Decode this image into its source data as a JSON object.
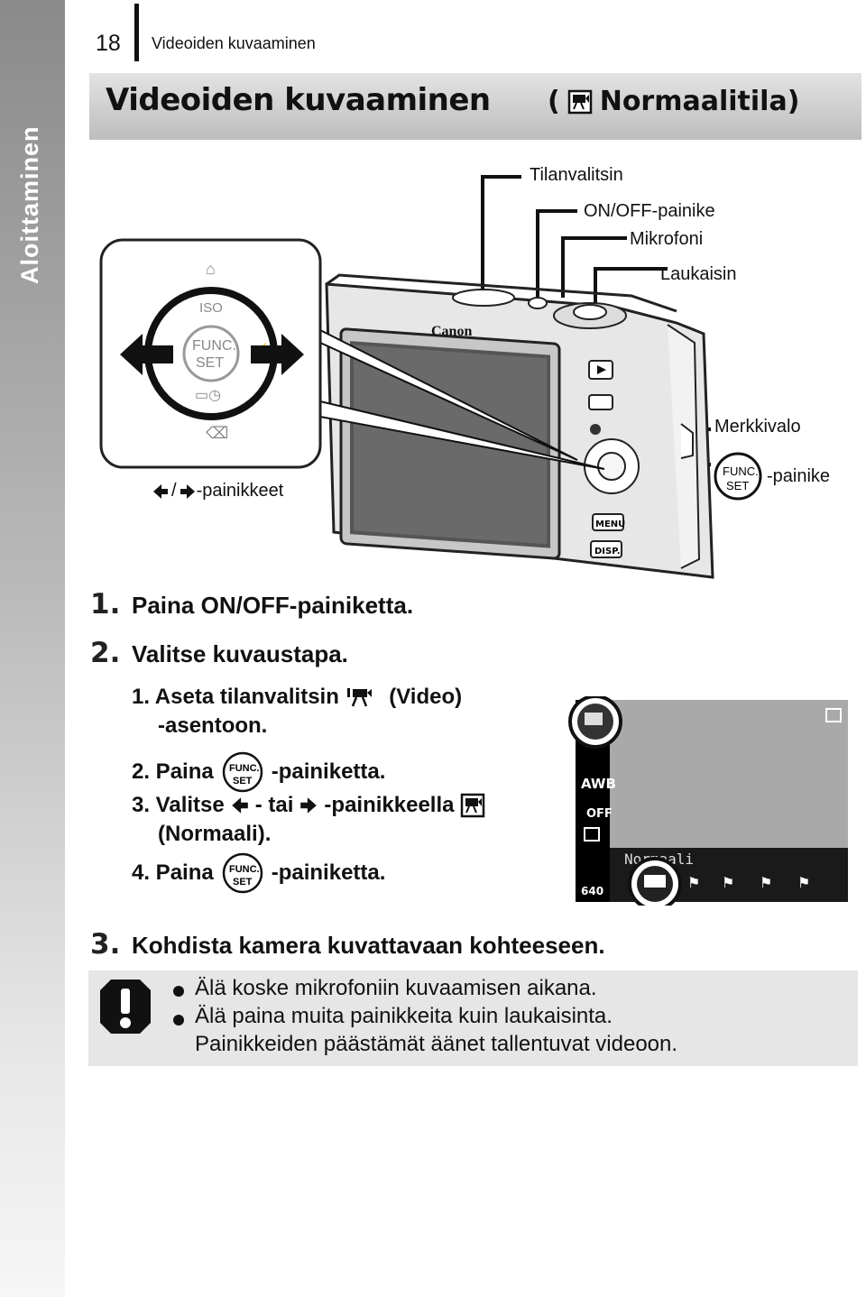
{
  "side_tab": {
    "label": "Aloittaminen"
  },
  "header": {
    "page_number": "18",
    "running_title": "Videoiden kuvaaminen"
  },
  "title": {
    "main": "Videoiden kuvaaminen",
    "mode_open": "(",
    "mode_label": "Normaalitila)"
  },
  "callouts": {
    "mode_dial": "Tilanvalitsin",
    "on_off": "ON/OFF-painike",
    "microphone": "Mikrofoni",
    "shutter": "Laukaisin",
    "indicator": "Merkkivalo",
    "func_set": "-painike",
    "arrows": "-painikkeet",
    "arrow_sep": "/"
  },
  "camera": {
    "brand": "Canon",
    "buttons": [
      "MENU",
      "DISP."
    ],
    "dial_labels": {
      "top": "ISO",
      "center1": "FUNC.",
      "center2": "SET"
    },
    "func_icon_line1": "FUNC.",
    "func_icon_line2": "SET"
  },
  "steps": [
    {
      "num": "1.",
      "text": "Paina ON/OFF-painiketta."
    },
    {
      "num": "2.",
      "text": "Valitse kuvaustapa."
    },
    {
      "num": "3.",
      "text": "Kohdista kamera kuvattavaan kohteeseen."
    }
  ],
  "substeps": {
    "s1_a": "1. Aseta tilanvalitsin",
    "s1_b": "(Video)",
    "s1_c": "-asentoon.",
    "s2_a": "2. Paina",
    "s2_b": "-painiketta.",
    "s3_a": "3. Valitse",
    "s3_b": "- tai",
    "s3_c": "-painikkeella",
    "s3_d": "(Normaali).",
    "s4_a": "4. Paina",
    "s4_b": "-painiketta."
  },
  "lcd": {
    "mode_text": "Normaali",
    "left_icons": [
      "AWB",
      "OFF",
      "640"
    ]
  },
  "notes": [
    "Älä koske mikrofoniin kuvaamisen aikana.",
    "Älä paina muita painikkeita kuin laukaisinta.",
    "Painikkeiden päästämät äänet tallentuvat videoon."
  ]
}
